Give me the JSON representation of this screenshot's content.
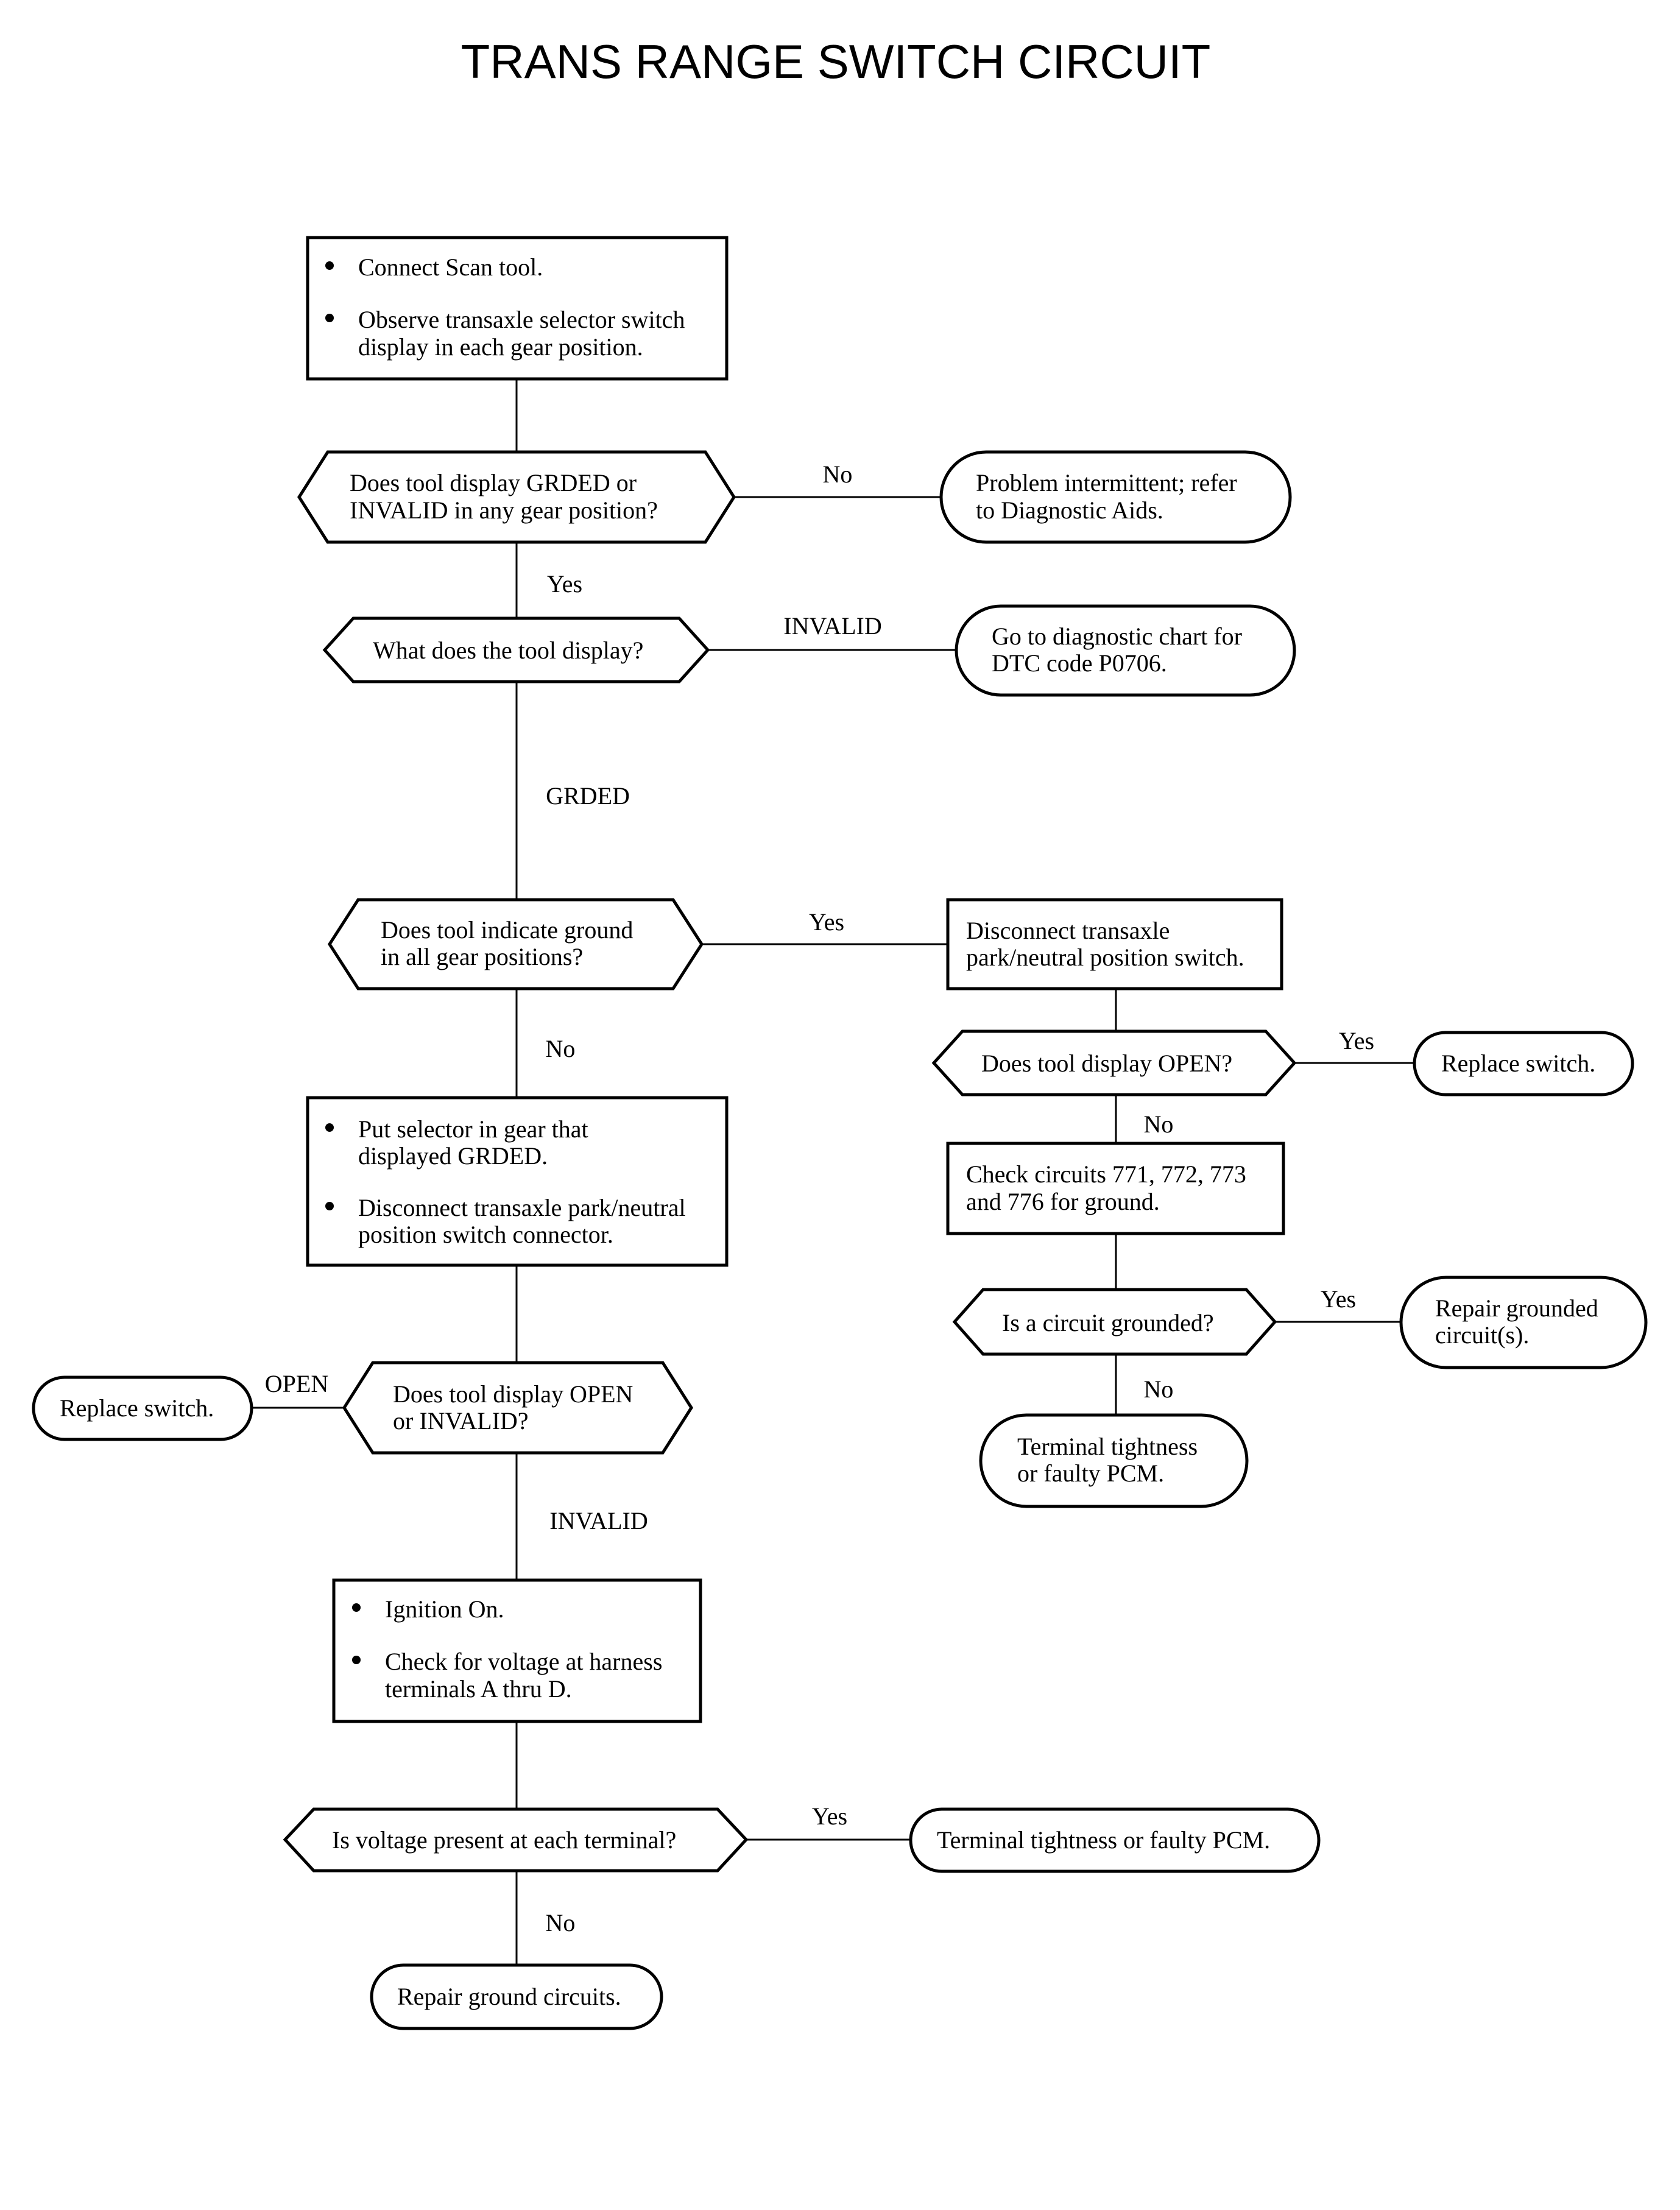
{
  "title": "TRANS RANGE SWITCH CIRCUIT",
  "nodes": {
    "connect_tool": {
      "bullets": [
        [
          "Connect Scan tool."
        ],
        [
          "Observe transaxle selector switch",
          "display in each gear position."
        ]
      ]
    },
    "q_grded_invalid": {
      "lines": [
        "Does tool display GRDED or",
        "INVALID in any gear position?"
      ]
    },
    "problem_intermittent": {
      "lines": [
        "Problem intermittent; refer",
        "to Diagnostic Aids."
      ]
    },
    "q_what_display": {
      "lines": [
        "What does the tool display?"
      ]
    },
    "go_dtc": {
      "lines": [
        "Go to diagnostic chart for",
        "DTC code P0706."
      ]
    },
    "q_ground_all": {
      "lines": [
        "Does tool indicate ground",
        "in all gear positions?"
      ]
    },
    "disconnect_switch": {
      "lines": [
        "Disconnect transaxle",
        "park/neutral position switch."
      ]
    },
    "q_display_open": {
      "lines": [
        "Does tool display OPEN?"
      ]
    },
    "replace_switch_right": {
      "lines": [
        "Replace switch."
      ]
    },
    "check_circuits": {
      "lines": [
        "Check circuits 771, 772, 773",
        "and 776 for ground."
      ]
    },
    "q_circuit_grounded": {
      "lines": [
        "Is a circuit grounded?"
      ]
    },
    "repair_grounded": {
      "lines": [
        "Repair grounded",
        "circuit(s)."
      ]
    },
    "terminal_pcm_right": {
      "lines": [
        "Terminal tightness",
        "or faulty PCM."
      ]
    },
    "put_selector": {
      "bullets": [
        [
          "Put selector in gear that",
          "displayed GRDED."
        ],
        [
          "Disconnect transaxle park/neutral",
          "position switch connector."
        ]
      ]
    },
    "q_open_or_invalid": {
      "lines": [
        "Does tool display OPEN",
        "or INVALID?"
      ]
    },
    "replace_switch_left": {
      "lines": [
        "Replace switch."
      ]
    },
    "ignition_on": {
      "bullets": [
        [
          "Ignition On."
        ],
        [
          "Check for voltage at harness",
          "terminals A thru D."
        ]
      ]
    },
    "q_voltage": {
      "lines": [
        "Is voltage present at each terminal?"
      ]
    },
    "terminal_pcm_bottom": {
      "lines": [
        "Terminal tightness or faulty PCM."
      ]
    },
    "repair_ground": {
      "lines": [
        "Repair ground circuits."
      ]
    }
  },
  "edge_labels": {
    "no_intermittent": "No",
    "yes_what_display": "Yes",
    "invalid_dtc": "INVALID",
    "grded_down": "GRDED",
    "yes_disconnect": "Yes",
    "no_put_selector": "No",
    "yes_replace_right": "Yes",
    "no_check_circuits": "No",
    "yes_repair_grounded": "Yes",
    "no_terminal_right": "No",
    "open_replace_left": "OPEN",
    "invalid_ignition": "INVALID",
    "yes_terminal_bottom": "Yes",
    "no_repair_ground": "No"
  }
}
